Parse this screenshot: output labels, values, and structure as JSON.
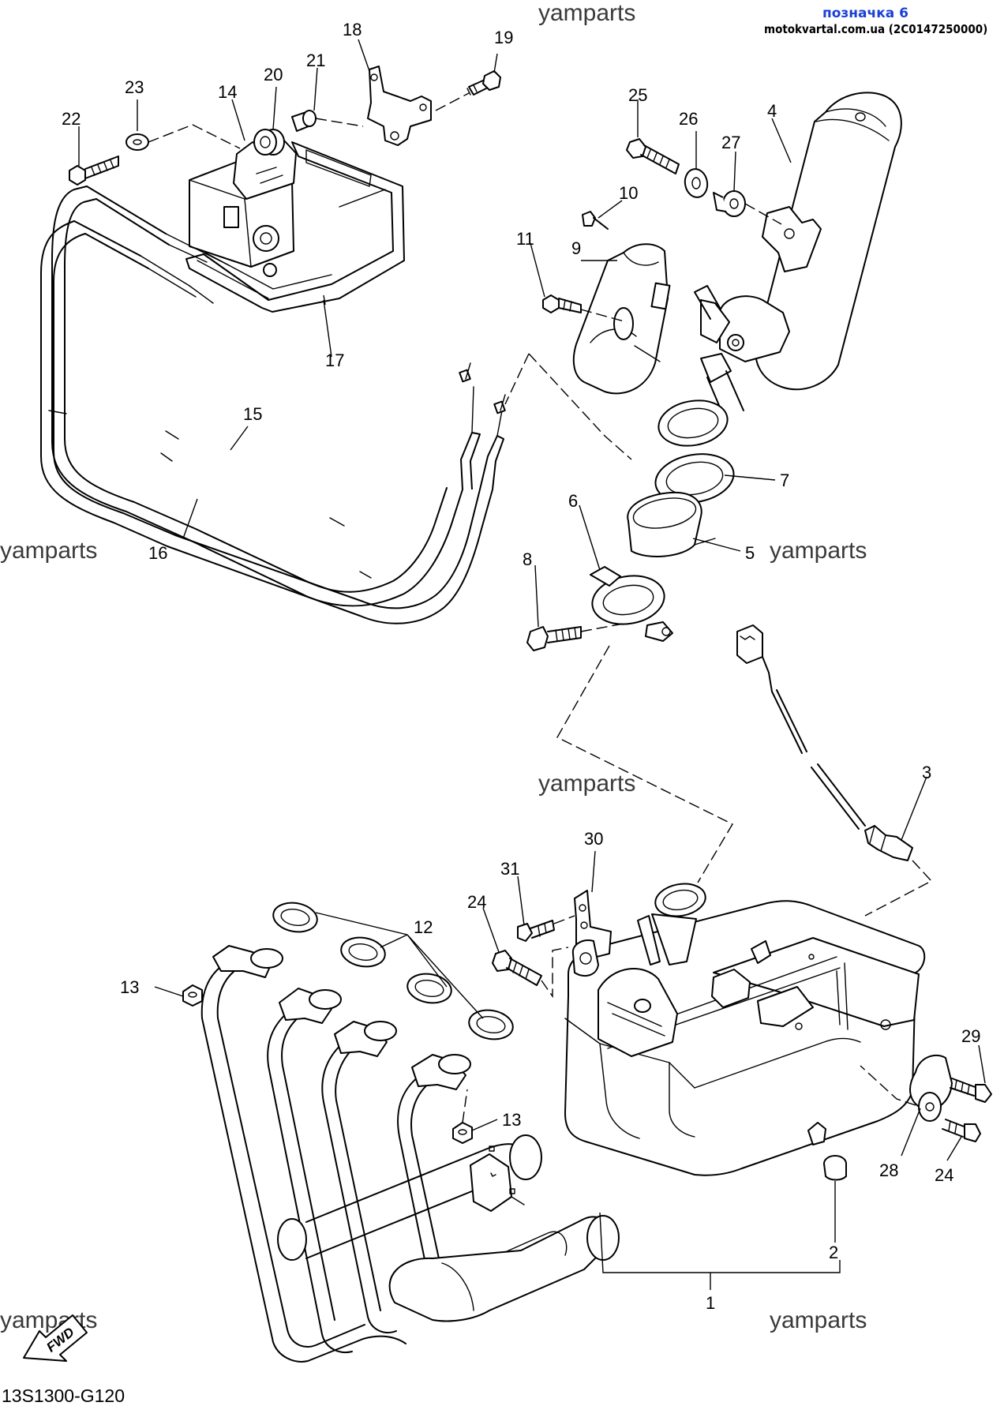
{
  "header": {
    "title": "позначка 6",
    "title_color": "#1a3fd6",
    "source": "motokvartal.com.ua (2C0147250000)"
  },
  "watermark": "yamparts",
  "diagram_code": "13S1300-G120",
  "fwd_label": "FWD",
  "parts": {
    "p1": "1",
    "p2": "2",
    "p3": "3",
    "p4": "4",
    "p5": "5",
    "p6": "6",
    "p7": "7",
    "p8": "8",
    "p9": "9",
    "p10": "10",
    "p11": "11",
    "p12": "12",
    "p13": "13",
    "p14": "14",
    "p15": "15",
    "p16": "16",
    "p17": "17",
    "p18": "18",
    "p19": "19",
    "p20": "20",
    "p21": "21",
    "p22": "22",
    "p23": "23",
    "p24": "24",
    "p25": "25",
    "p26": "26",
    "p27": "27",
    "p28": "28",
    "p29": "29",
    "p30": "30",
    "p31": "31"
  }
}
